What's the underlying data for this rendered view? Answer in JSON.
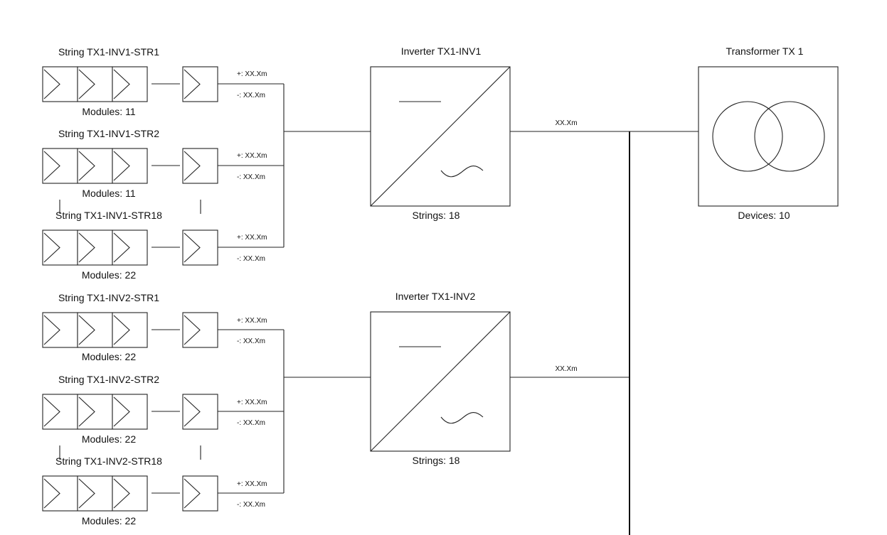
{
  "inverters": [
    {
      "title": "Inverter TX1-INV1",
      "footer": "Strings: 18",
      "ac_cable": "XX.Xm",
      "strings": [
        {
          "title": "String TX1-INV1-STR1",
          "modules": "Modules: 11",
          "plus": "+: XX.Xm",
          "minus": "-: XX.Xm"
        },
        {
          "title": "String TX1-INV1-STR2",
          "modules": "Modules: 11",
          "plus": "+: XX.Xm",
          "minus": "-: XX.Xm"
        },
        {
          "title": "String TX1-INV1-STR18",
          "modules": "Modules: 22",
          "plus": "+: XX.Xm",
          "minus": "-: XX.Xm"
        }
      ]
    },
    {
      "title": "Inverter TX1-INV2",
      "footer": "Strings: 18",
      "ac_cable": "XX.Xm",
      "strings": [
        {
          "title": "String TX1-INV2-STR1",
          "modules": "Modules: 22",
          "plus": "+: XX.Xm",
          "minus": "-: XX.Xm"
        },
        {
          "title": "String TX1-INV2-STR2",
          "modules": "Modules: 22",
          "plus": "+: XX.Xm",
          "minus": "-: XX.Xm"
        },
        {
          "title": "String TX1-INV2-STR18",
          "modules": "Modules: 22",
          "plus": "+: XX.Xm",
          "minus": "-: XX.Xm"
        }
      ]
    }
  ],
  "transformer": {
    "title": "Transformer TX 1",
    "footer": "Devices: 10"
  }
}
